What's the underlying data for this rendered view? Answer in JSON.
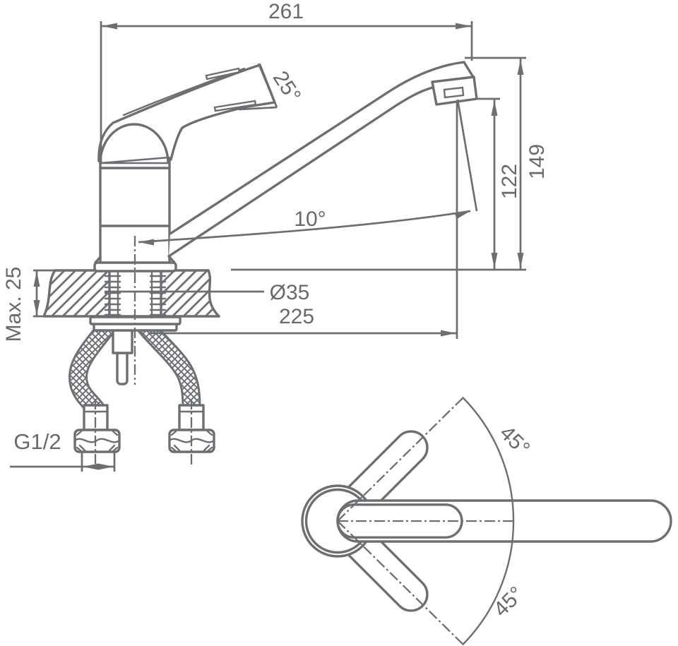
{
  "drawing": {
    "type": "technical dimensional drawing of a single-lever kitchen sink mixer faucet, side view and top (swivel) view",
    "side_view": {
      "overall_length": "261",
      "handle_angle": "25°",
      "spout_height": "149",
      "outlet_height": "122",
      "spout_tilt_angle": "10°",
      "mounting_hole_diameter": "Ø35",
      "spout_reach": "225",
      "max_deck_thickness": "Max. 25",
      "supply_thread": "G1/2"
    },
    "top_view": {
      "swivel_angle_upper": "45°",
      "swivel_angle_lower": "45°"
    },
    "colors": {
      "line": "#6c6f72",
      "text": "#67696c",
      "background": "#ffffff"
    }
  }
}
